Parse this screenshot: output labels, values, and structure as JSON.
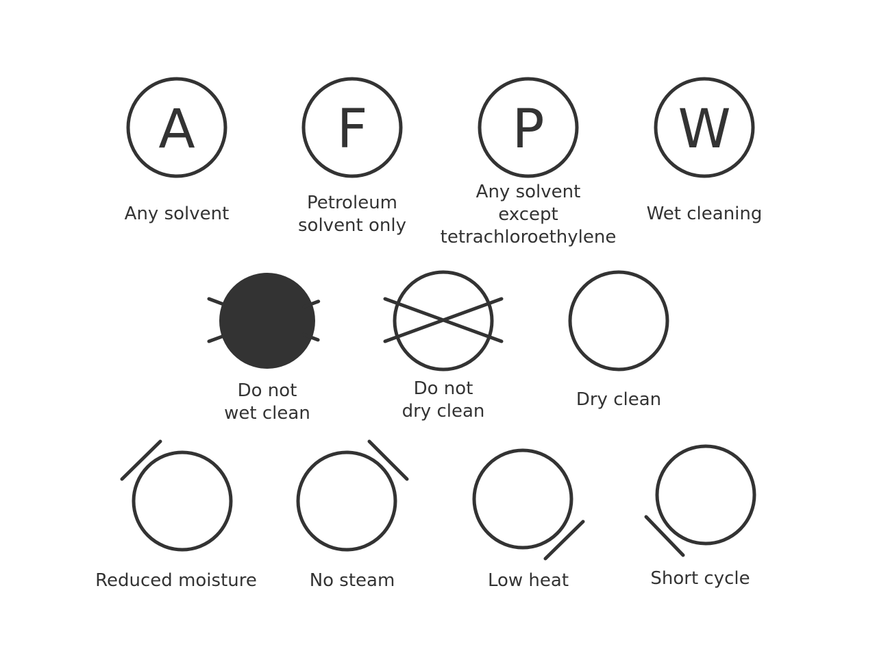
{
  "colors": {
    "ink": "#333333",
    "background": "#ffffff"
  },
  "rows": [
    {
      "symbols": [
        {
          "id": "any-solvent",
          "letter": "A",
          "label": "Any solvent"
        },
        {
          "id": "petroleum-solvent-only",
          "letter": "F",
          "label": "Petroleum\nsolvent only"
        },
        {
          "id": "any-solvent-except-tetrachloroethylene",
          "letter": "P",
          "label": "Any solvent\nexcept\ntetrachloroethylene"
        },
        {
          "id": "wet-cleaning",
          "letter": "W",
          "label": "Wet cleaning"
        }
      ]
    },
    {
      "symbols": [
        {
          "id": "do-not-wet-clean",
          "label": "Do not\nwet clean"
        },
        {
          "id": "do-not-dry-clean",
          "label": "Do not\ndry clean"
        },
        {
          "id": "dry-clean",
          "label": "Dry clean"
        }
      ]
    },
    {
      "symbols": [
        {
          "id": "reduced-moisture",
          "label": "Reduced moisture"
        },
        {
          "id": "no-steam",
          "label": "No steam"
        },
        {
          "id": "low-heat",
          "label": "Low heat"
        },
        {
          "id": "short-cycle",
          "label": "Short cycle"
        }
      ]
    }
  ]
}
